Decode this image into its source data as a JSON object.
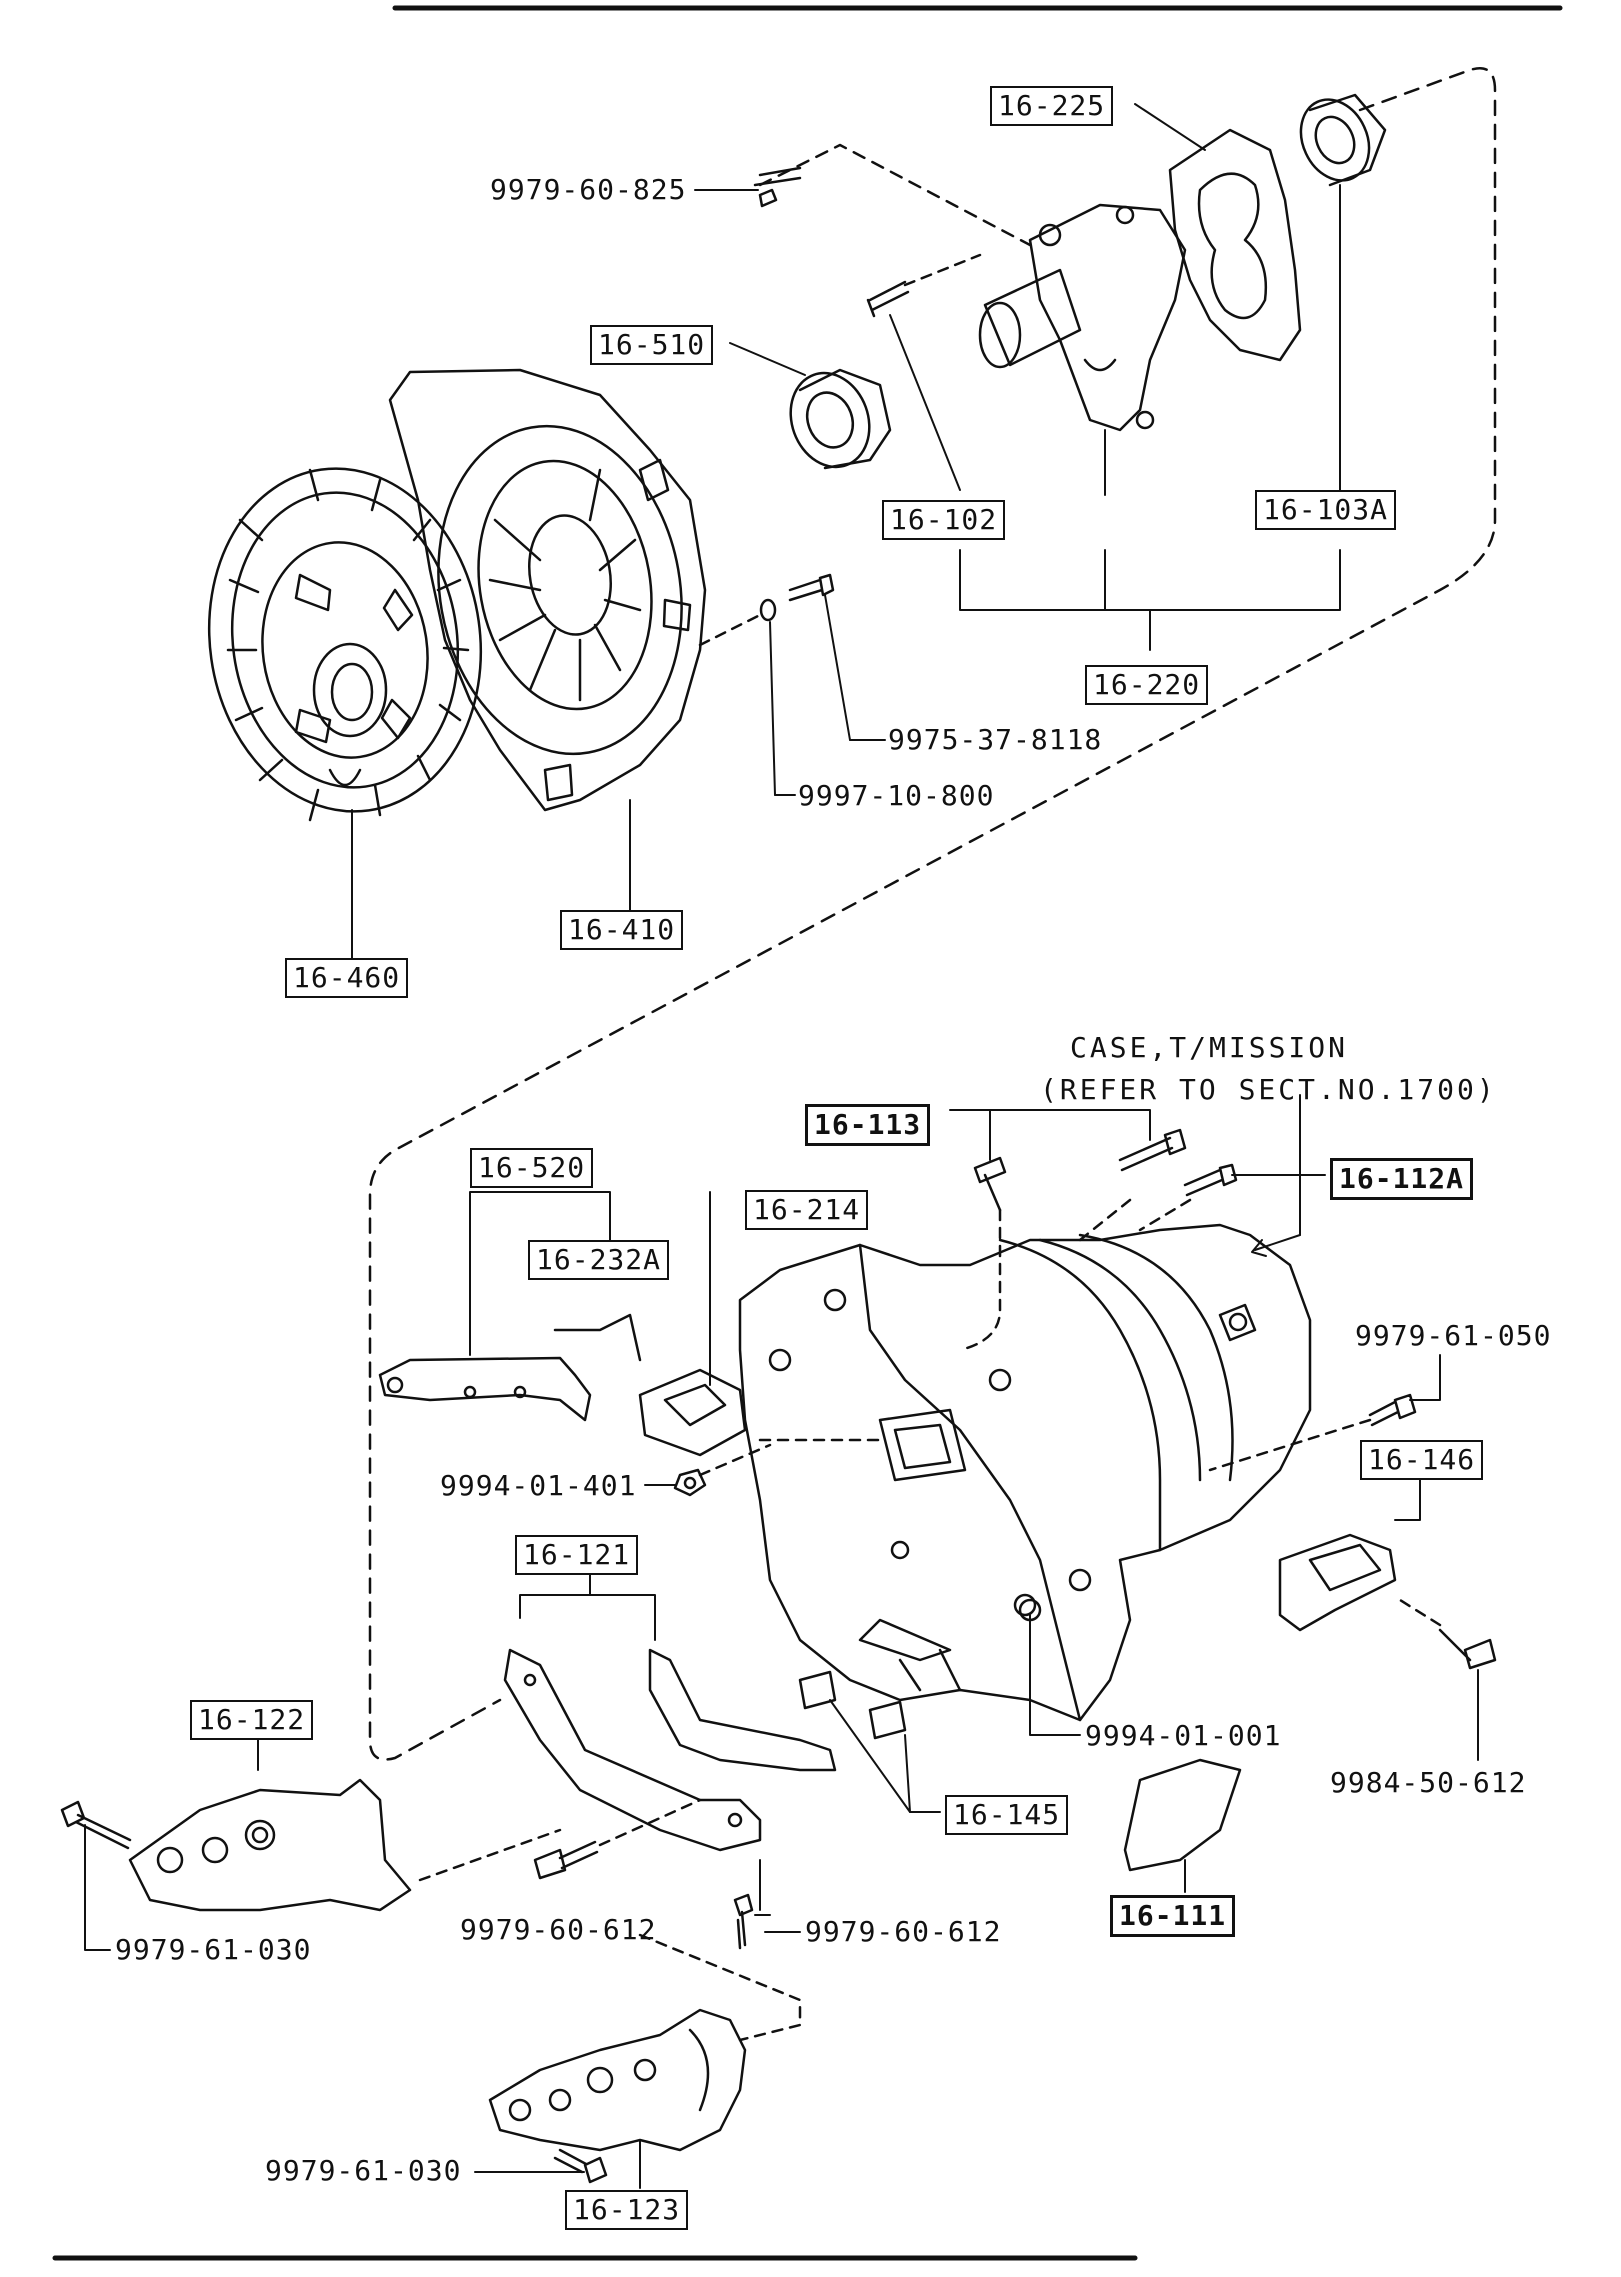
{
  "diagram": {
    "note_line1": "CASE,T/MISSION",
    "note_line2": "(REFER TO SECT.NO.1700)",
    "parts": {
      "p16_225": "16-225",
      "p9979_60_825": "9979-60-825",
      "p16_510": "16-510",
      "p16_102": "16-102",
      "p16_103A": "16-103A",
      "p16_220": "16-220",
      "p9975_37_8118": "9975-37-8118",
      "p9997_10_800": "9997-10-800",
      "p16_410": "16-410",
      "p16_460": "16-460",
      "p16_113": "16-113",
      "p16_112A": "16-112A",
      "p16_520": "16-520",
      "p16_214": "16-214",
      "p16_232A": "16-232A",
      "p9979_61_050": "9979-61-050",
      "p16_146": "16-146",
      "p9994_01_401": "9994-01-401",
      "p16_121": "16-121",
      "p16_122": "16-122",
      "p9994_01_001": "9994-01-001",
      "p9984_50_612": "9984-50-612",
      "p16_145": "16-145",
      "p16_111": "16-111",
      "p9979_61_030_a": "9979-61-030",
      "p9979_60_612_a": "9979-60-612",
      "p9979_60_612_b": "9979-60-612",
      "p9979_61_030_b": "9979-61-030",
      "p16_123": "16-123"
    }
  }
}
